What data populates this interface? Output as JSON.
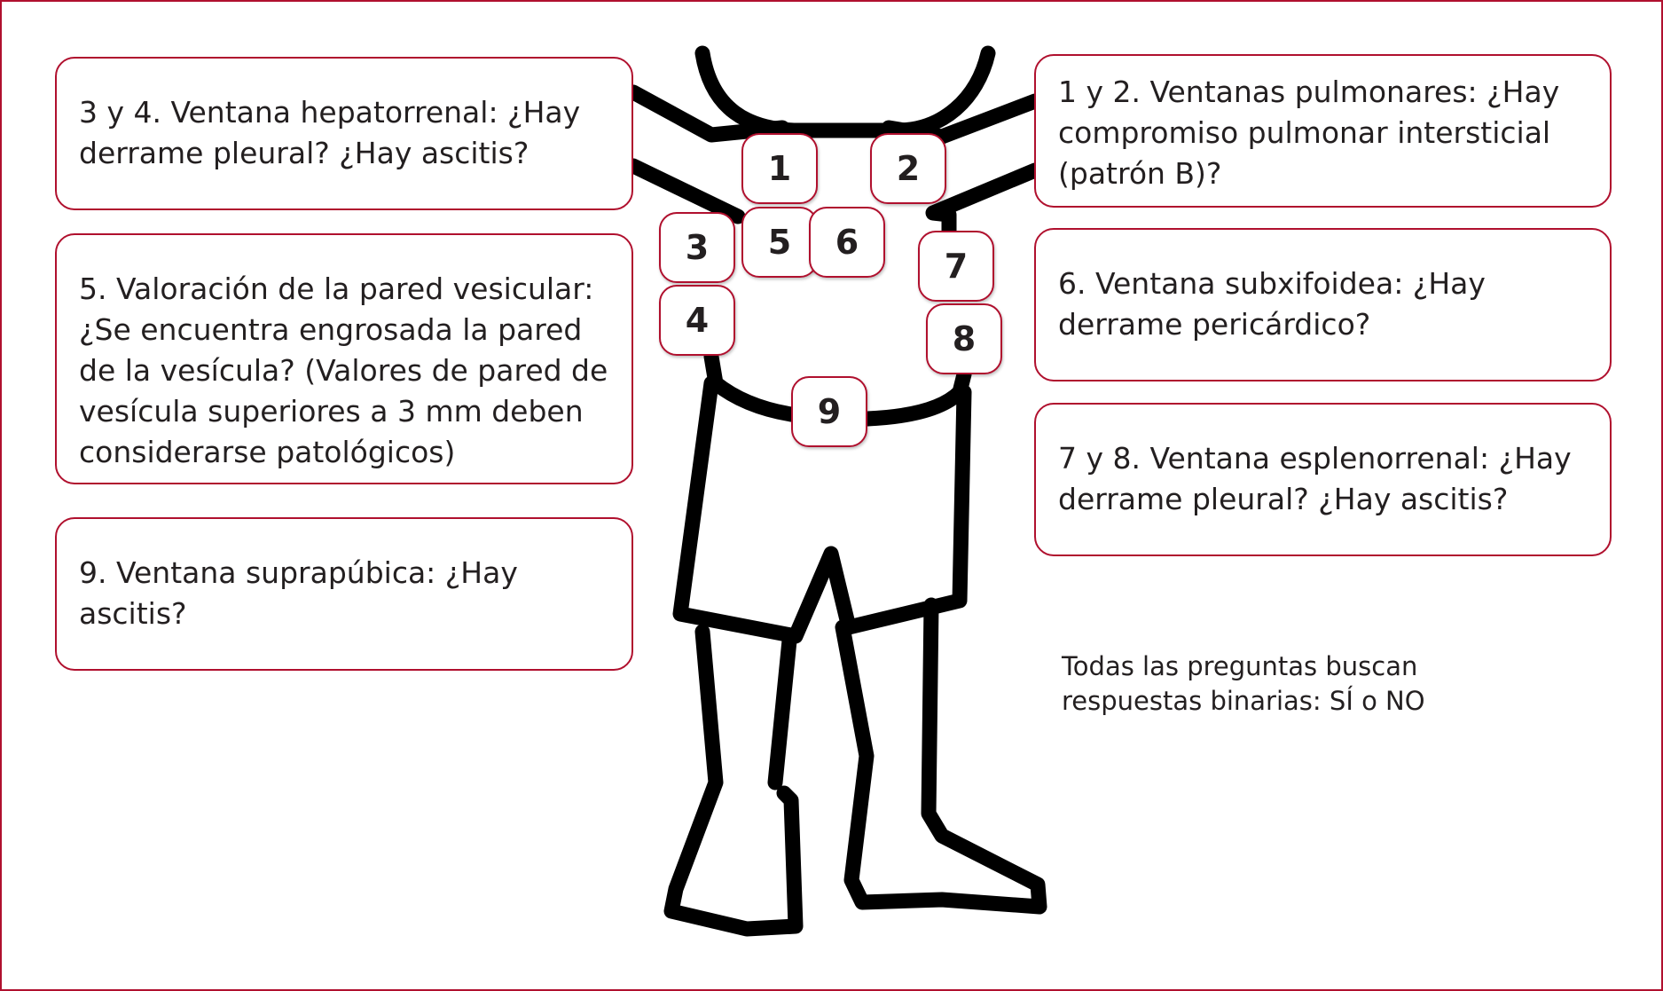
{
  "questions": {
    "hepatorrenal": "3 y 4. Ventana hepatorrenal: ¿Hay derrame pleural? ¿Hay ascitis?",
    "vesicular": "5. Valoración de la pared vesicular: ¿Se encuentra engrosada la pared de la vesícula? (Valores de pared de vesícula superiores a 3 mm deben considerarse patológicos)",
    "suprapubica": "9. Ventana suprapúbica: ¿Hay ascitis?",
    "pulmonares": "1 y 2. Ventanas pulmonares: ¿Hay compromiso pulmonar intersticial (patrón B)?",
    "subxifoidea": "6. Ventana subxifoidea: ¿Hay derrame pericárdico?",
    "esplenorrenal": "7 y 8. Ventana esplenorrenal: ¿Hay derrame pleural? ¿Hay ascitis?"
  },
  "markers": [
    "1",
    "2",
    "3",
    "4",
    "5",
    "6",
    "7",
    "8",
    "9"
  ],
  "note": {
    "line1": "Todas las preguntas buscan",
    "line2": "respuestas binarias: SÍ o NO"
  },
  "colors": {
    "accent": "#b0102e",
    "stroke": "#000000"
  }
}
